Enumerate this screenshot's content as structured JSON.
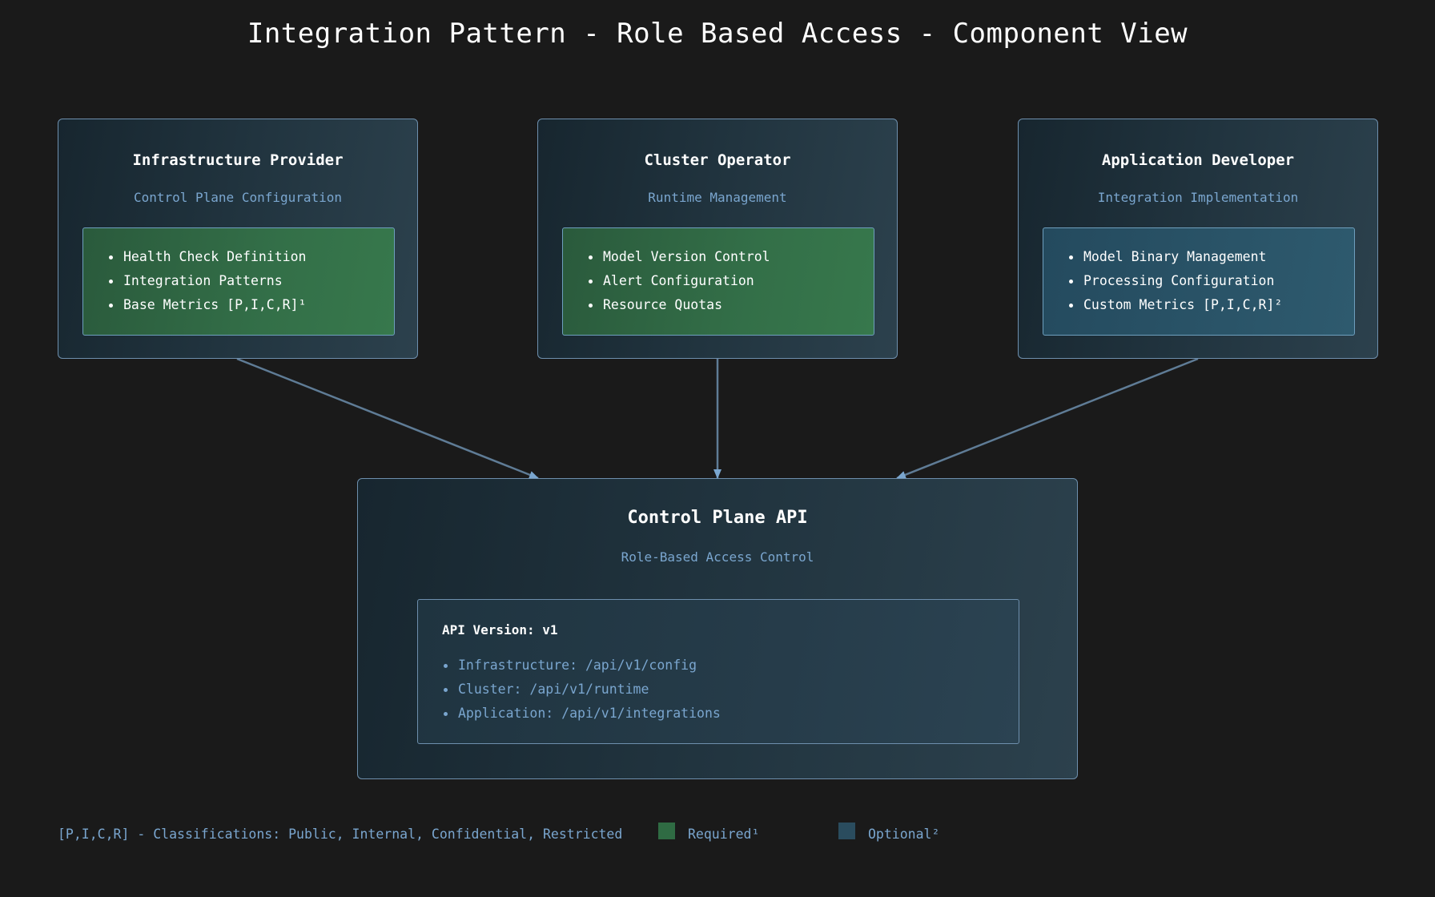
{
  "title": "Integration Pattern - Role Based Access - Component View",
  "colors": {
    "background": "#1a1a1a",
    "border": "#6e8fad",
    "accent_text": "#7aa6cf",
    "required": "#2f6b43",
    "optional": "#2a4c5e",
    "arrow": "#5f7c96"
  },
  "roles": [
    {
      "title": "Infrastructure Provider",
      "subtitle": "Control Plane Configuration",
      "status": "required",
      "items": [
        "Health Check Definition",
        "Integration Patterns",
        "Base Metrics [P,I,C,R]¹"
      ]
    },
    {
      "title": "Cluster Operator",
      "subtitle": "Runtime Management",
      "status": "required",
      "items": [
        "Model Version Control",
        "Alert Configuration",
        "Resource Quotas"
      ]
    },
    {
      "title": "Application Developer",
      "subtitle": "Integration Implementation",
      "status": "optional",
      "items": [
        "Model Binary Management",
        "Processing Configuration",
        "Custom Metrics [P,I,C,R]²"
      ]
    }
  ],
  "api": {
    "title": "Control Plane API",
    "subtitle": "Role-Based Access Control",
    "version": "API Version: v1",
    "endpoints": [
      "Infrastructure: /api/v1/config",
      "Cluster: /api/v1/runtime",
      "Application: /api/v1/integrations"
    ]
  },
  "legend": {
    "note": "[P,I,C,R] - Classifications: Public, Internal, Confidential, Restricted",
    "required_label": "Required¹",
    "optional_label": "Optional²"
  }
}
